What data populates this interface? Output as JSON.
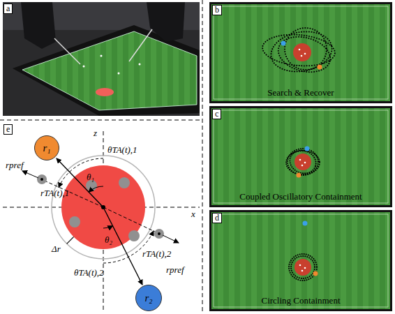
{
  "diagram": {
    "nodes": [
      {
        "text": [
          "r₁"
        ]
      },
      {
        "text": [
          "r₂"
        ]
      }
    ],
    "labels": [
      "a",
      "b",
      "Search & Recover",
      "c",
      "Coupled Oscillatory Containment",
      "d",
      "Circling Containment",
      "e",
      "z",
      "x",
      "θTA(t),1",
      "θ₁",
      "rpref",
      "rTA(t),1",
      "Δr",
      "θ₂",
      "θTA(t),2",
      "rTA(t),2",
      "rpref"
    ]
  }
}
